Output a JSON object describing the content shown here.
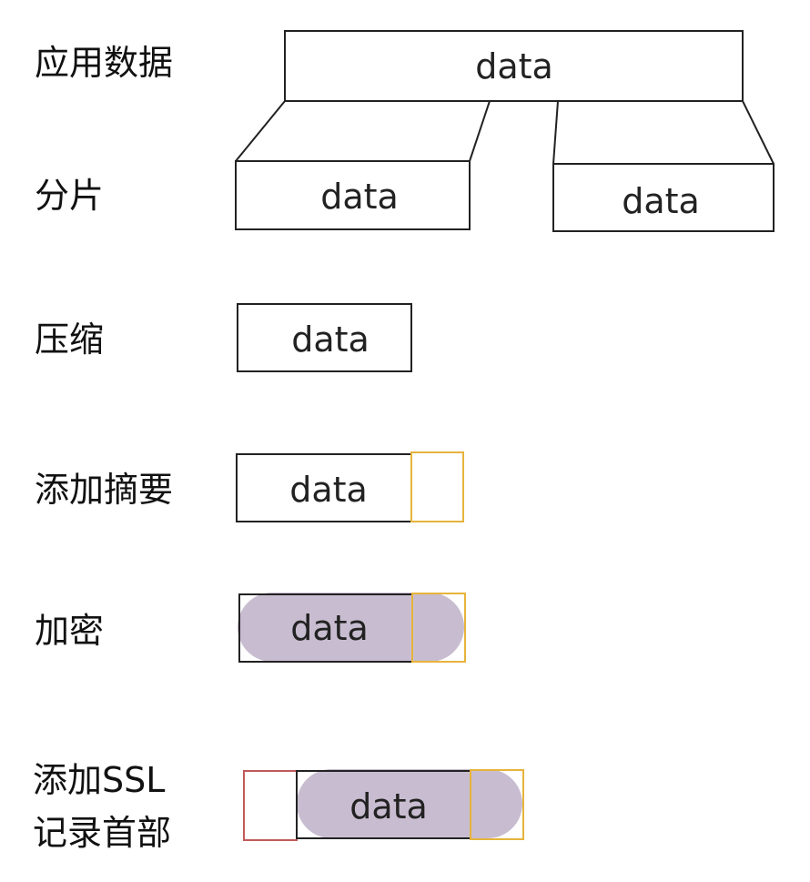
{
  "steps": [
    {
      "label": "应用数据",
      "block_text": "data"
    },
    {
      "label": "分片",
      "block_texts": [
        "data",
        "data"
      ]
    },
    {
      "label": "压缩",
      "block_text": "data"
    },
    {
      "label": "添加摘要",
      "block_text": "data"
    },
    {
      "label": "加密",
      "block_text": "data"
    },
    {
      "label_lines": [
        "添加SSL",
        "记录首部"
      ],
      "block_text": "data"
    }
  ],
  "colors": {
    "border": "#222222",
    "mac_border": "#e6b43c",
    "header_border": "#c05a5a",
    "encrypted_fill": "#c8bdd0"
  }
}
